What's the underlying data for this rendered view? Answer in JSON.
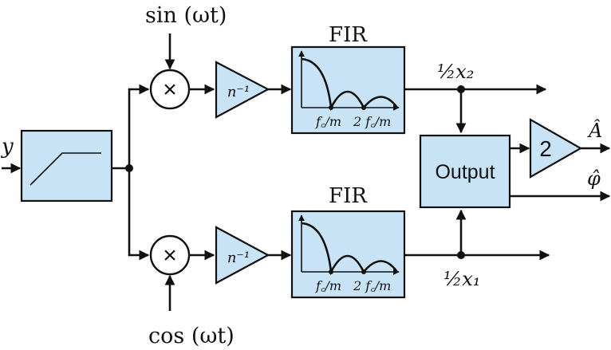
{
  "inputs": {
    "signal": "y",
    "sin_ref": "sin (ωt)",
    "cos_ref": "cos (ωt)"
  },
  "multiplier_symbol": "×",
  "gain_label": "n⁻¹",
  "fir": {
    "top_label": "FIR",
    "bottom_label": "FIR",
    "axis_label_1": "f꜀/m",
    "axis_label_2": "2 f꜀/m"
  },
  "signals": {
    "x2": "½x₂",
    "x1": "½x₁"
  },
  "output_block": "Output",
  "output_gain": "2",
  "outputs": {
    "amplitude": "Â",
    "phase": "φ̂"
  }
}
